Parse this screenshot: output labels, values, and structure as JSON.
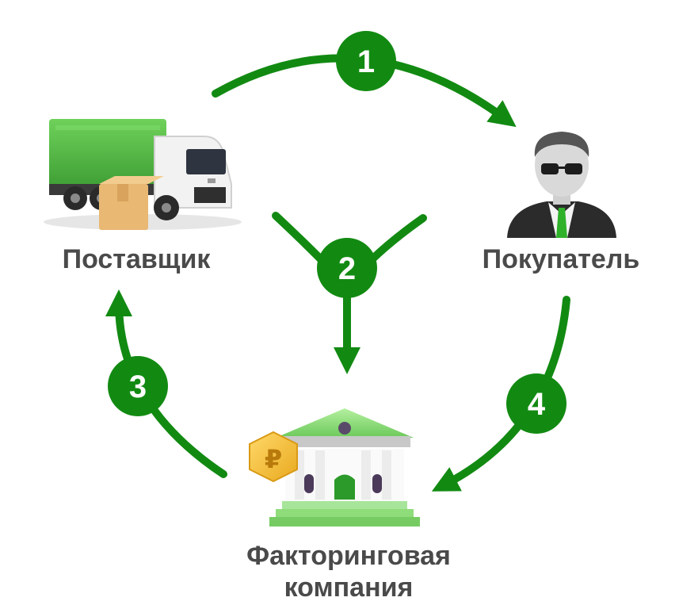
{
  "nodes": {
    "supplier": {
      "label": "Поставщик"
    },
    "buyer": {
      "label": "Покупатель"
    },
    "factoring": {
      "label_line1": "Факторинговая",
      "label_line2": "компания"
    }
  },
  "steps": [
    "1",
    "2",
    "3",
    "4"
  ],
  "icons": {
    "supplier": "truck-icon",
    "buyer": "businessman-icon",
    "factoring": "bank-building-icon",
    "coin": "ruble-coin-icon"
  },
  "coin_symbol": "₽",
  "colors": {
    "arrow": "#128a12",
    "label": "#4a4a4a",
    "truck_cargo": "#5cbf4a",
    "bank_roof": "#8fdc7a"
  }
}
